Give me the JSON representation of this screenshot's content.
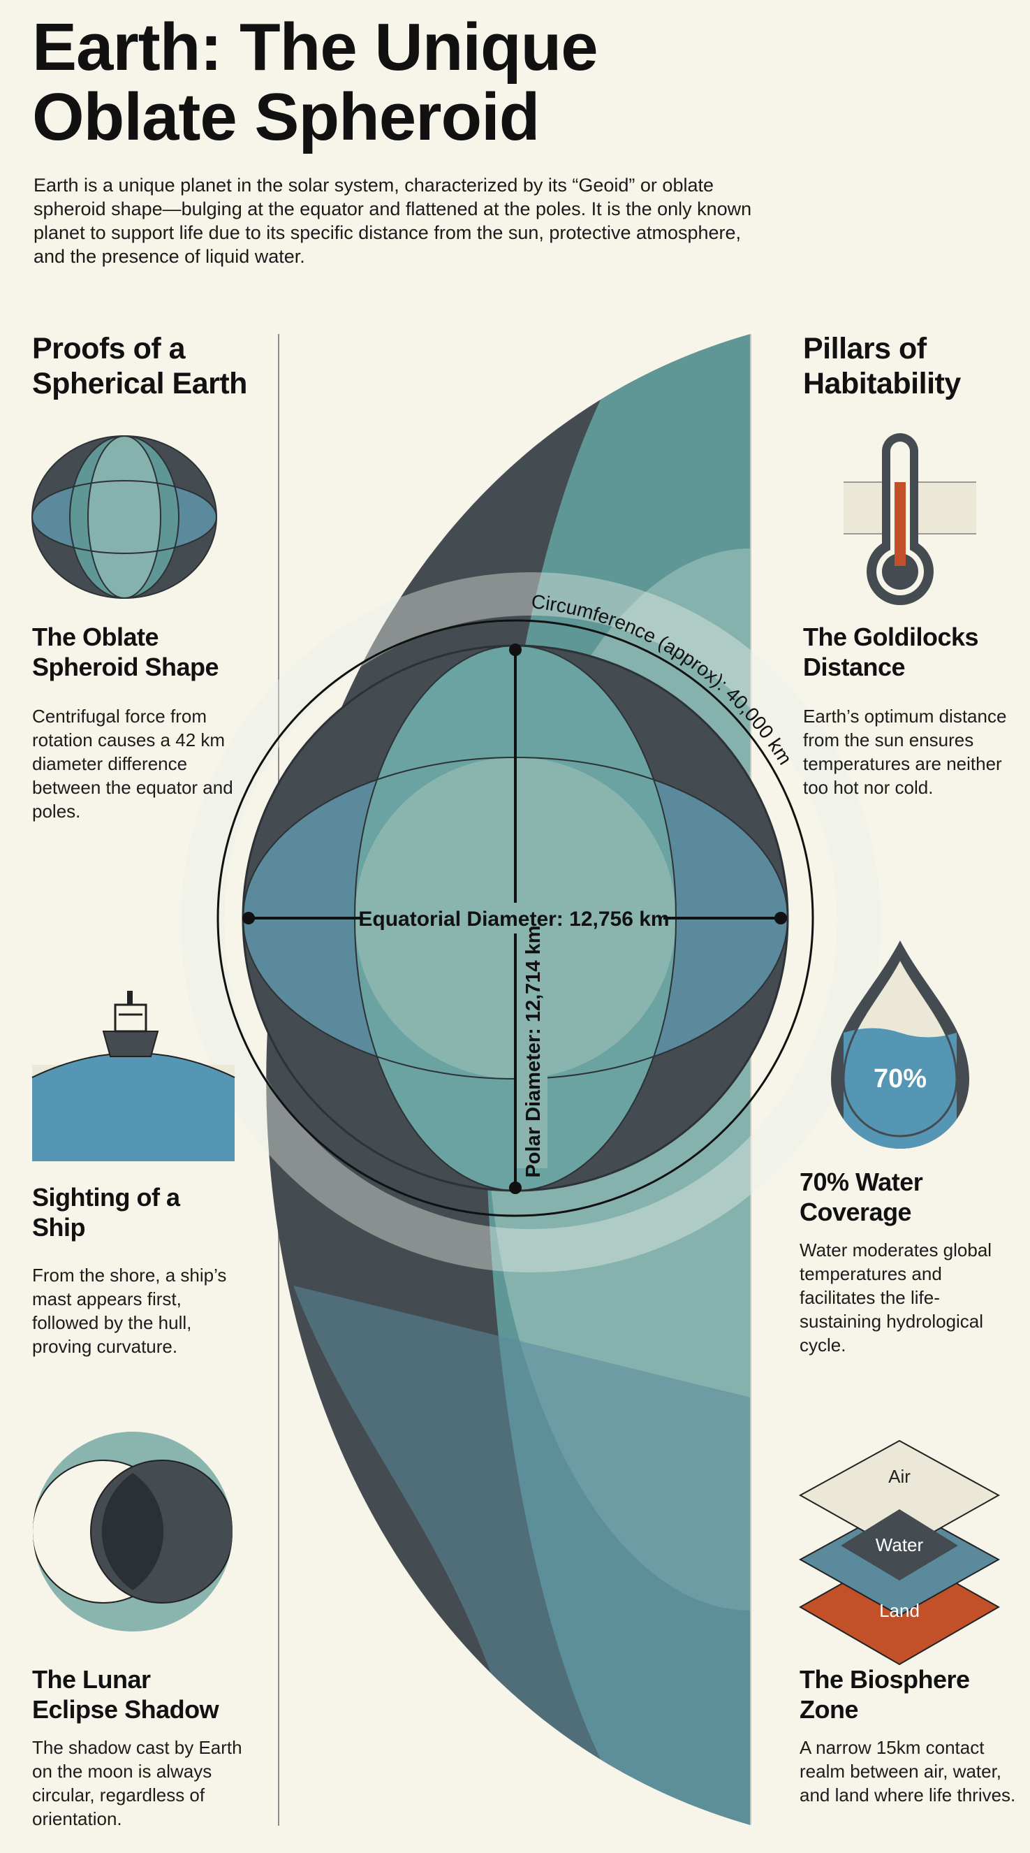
{
  "header": {
    "title_line1": "Earth: The Unique",
    "title_line2": "Oblate Spheroid",
    "intro": "Earth is a unique planet in the solar system, characterized by its “Geoid” or oblate spheroid shape—bulging at the equator and flattened at the poles. It is the only known planet to support life due to its specific distance from the sun, protective atmosphere, and the presence of liquid water."
  },
  "proofs": {
    "heading_line1": "Proofs of a",
    "heading_line2": "Spherical Earth",
    "items": [
      {
        "title_line1": "The Oblate",
        "title_line2": "Spheroid Shape",
        "body": "Centrifugal force from rotation causes a 42 km diameter difference between the equator and poles.",
        "icon": "globe-icon"
      },
      {
        "title_line1": "Sighting of a",
        "title_line2": "Ship",
        "body": "From the shore, a ship’s mast appears first, followed by the hull, proving curvature.",
        "icon": "ship-icon"
      },
      {
        "title_line1": "The Lunar",
        "title_line2": "Eclipse Shadow",
        "body": "The shadow cast by Earth on the moon is always circular, regardless of orientation.",
        "icon": "eclipse-icon"
      }
    ]
  },
  "pillars": {
    "heading_line1": "Pillars of",
    "heading_line2": "Habitability",
    "items": [
      {
        "title_line1": "The Goldilocks",
        "title_line2": "Distance",
        "body": "Earth’s optimum distance from the sun ensures temperatures are neither too hot nor cold.",
        "icon": "thermometer-icon"
      },
      {
        "title_line1": "70% Water",
        "title_line2": "Coverage",
        "body": "Water moderates global temperatures and facilitates the life-sustaining hydrological cycle.",
        "icon": "water-drop-icon",
        "badge": "70%"
      },
      {
        "title_line1": "The Biosphere",
        "title_line2": "Zone",
        "body": "A narrow 15km contact realm between air, water, and land where life thrives.",
        "icon": "layers-icon",
        "layers": [
          "Air",
          "Water",
          "Land"
        ]
      }
    ]
  },
  "diagram": {
    "circumference_label": "Circumference (approx): 40,000 km",
    "equatorial_label": "Equatorial Diameter: 12,756 km",
    "polar_label": "Polar Diameter: 12,714 km"
  },
  "colors": {
    "background": "#f7f4ea",
    "dark_slate": "#454c51",
    "teal": "#5f9696",
    "light_teal": "#8ab5af",
    "blue_gray": "#5a8a9c",
    "ocean_blue": "#5596b5",
    "rust": "#c2512a",
    "cream": "#ece8d8"
  }
}
